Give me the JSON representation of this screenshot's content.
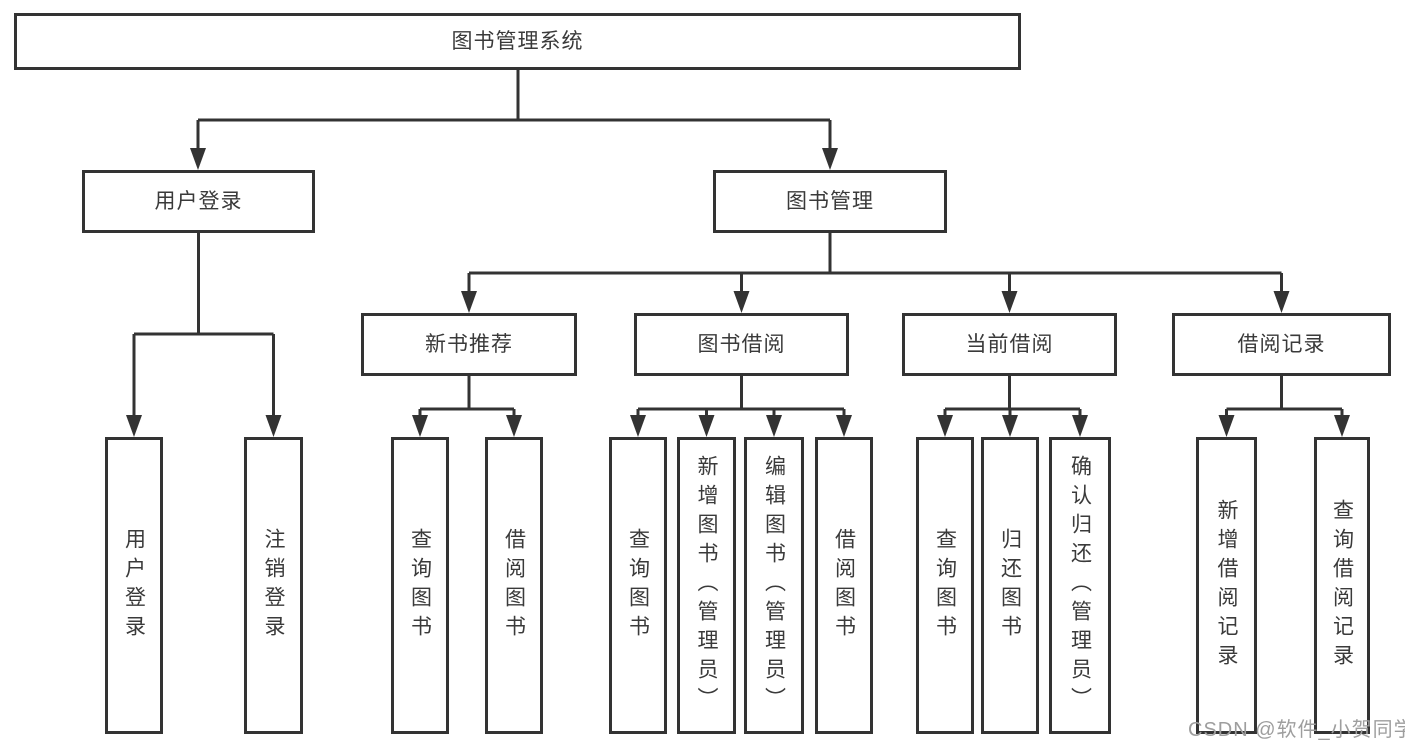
{
  "colors": {
    "line": "#333333",
    "box_border": "#333333",
    "box_fill": "#ffffff",
    "text": "#3a3a3a",
    "watermark": "#9e9e9e"
  },
  "tree": {
    "label": "图书管理系统",
    "children": [
      {
        "label": "用户登录",
        "children": [
          {
            "label": "用户登录"
          },
          {
            "label": "注销登录"
          }
        ]
      },
      {
        "label": "图书管理",
        "children": [
          {
            "label": "新书推荐",
            "children": [
              {
                "label": "查询图书"
              },
              {
                "label": "借阅图书"
              }
            ]
          },
          {
            "label": "图书借阅",
            "children": [
              {
                "label": "查询图书"
              },
              {
                "label": "新增图书（管理员）"
              },
              {
                "label": "编辑图书（管理员）"
              },
              {
                "label": "借阅图书"
              }
            ]
          },
          {
            "label": "当前借阅",
            "children": [
              {
                "label": "查询图书"
              },
              {
                "label": "归还图书"
              },
              {
                "label": "确认归还（管理员）"
              }
            ]
          },
          {
            "label": "借阅记录",
            "children": [
              {
                "label": "新增借阅记录"
              },
              {
                "label": "查询借阅记录"
              }
            ]
          }
        ]
      }
    ]
  },
  "watermark": {
    "text": "CSDN @软件_小贺同学"
  }
}
